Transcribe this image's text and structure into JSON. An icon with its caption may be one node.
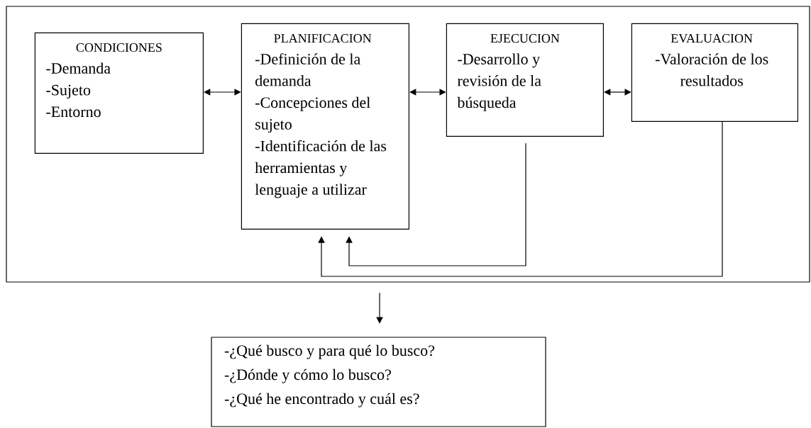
{
  "diagram": {
    "nodes": [
      {
        "text": [],
        "shape": "box"
      },
      {
        "text": [
          "CONDICIONES",
          "-Demanda",
          "-Sujeto",
          "-Entorno"
        ],
        "in": 0
      },
      {
        "text": [
          "PLANIFICACION",
          "-Definición de la demanda",
          "-Concepciones del sujeto",
          "-Identificación de las herramientas y lenguaje a utilizar"
        ],
        "in": 0
      },
      {
        "text": [
          "EJECUCION",
          "-Desarrollo y revisión de la búsqueda"
        ],
        "in": 0
      },
      {
        "text": [
          "EVALUACION",
          "-Valoración de los resultados"
        ],
        "in": 0
      },
      {
        "text": [
          "-¿Qué busco y para qué lo busco?",
          "-¿Dónde y cómo lo busco?",
          "-¿Qué he encontrado y cuál es?"
        ]
      }
    ],
    "edges": [
      {
        "from": 1,
        "to": 2,
        "arrow": "both"
      },
      {
        "from": 2,
        "to": 3,
        "arrow": "both"
      },
      {
        "from": 3,
        "to": 4,
        "arrow": "both"
      },
      {
        "from": 3,
        "to": 2,
        "arrow": "to"
      },
      {
        "from": 4,
        "to": 2,
        "arrow": "to"
      },
      {
        "from": 0,
        "to": 5,
        "arrow": "to"
      }
    ]
  }
}
